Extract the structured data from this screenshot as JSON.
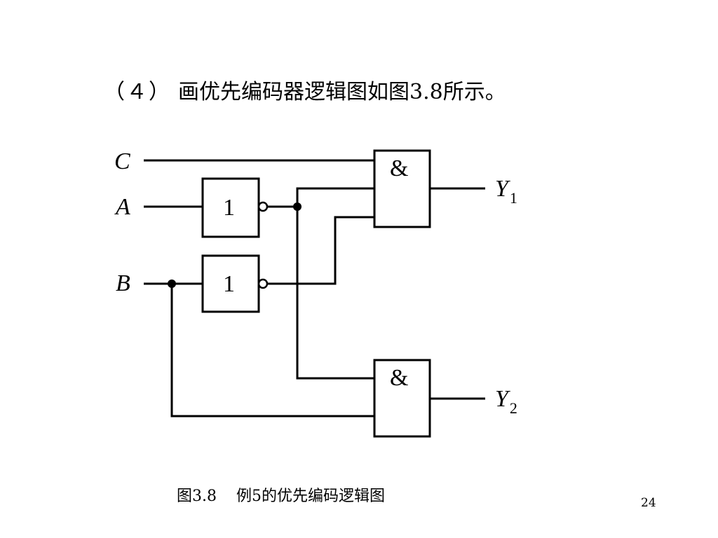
{
  "heading": {
    "number": "（４）",
    "text": "画优先编码器逻辑图如图3.8所示。"
  },
  "diagram": {
    "inputs": {
      "c": "C",
      "a": "A",
      "b": "B"
    },
    "not_gate_symbol": "1",
    "and_gate_symbol": "&",
    "outputs": {
      "y1_letter": "Y",
      "y1_sub": "1",
      "y2_letter": "Y",
      "y2_sub": "2"
    }
  },
  "caption": {
    "number": "图3.8",
    "text": "例5的优先编码逻辑图"
  },
  "page_number": "24"
}
